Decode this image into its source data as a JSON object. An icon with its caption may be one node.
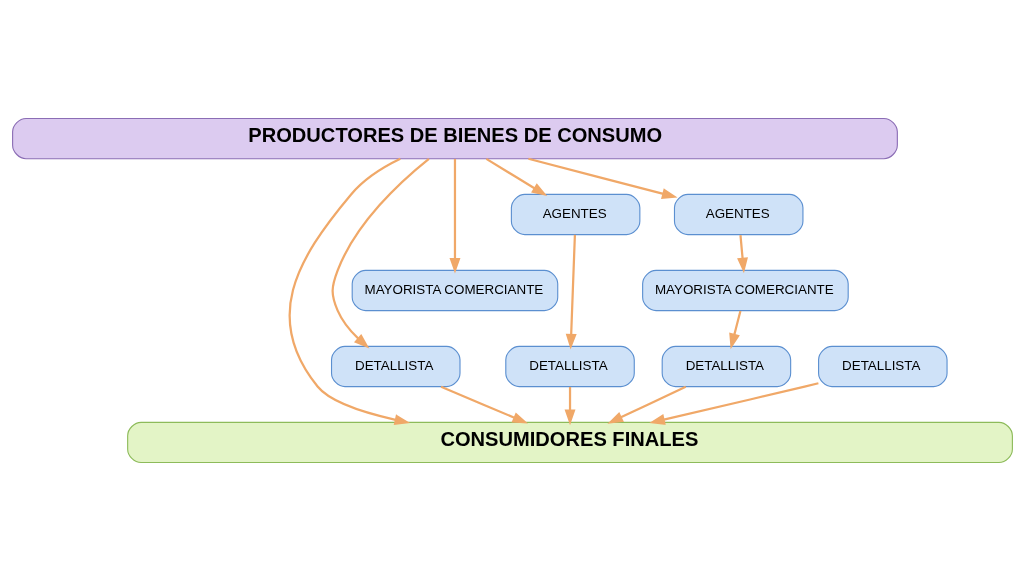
{
  "diagram": {
    "nodes": [
      {
        "text": [
          "PRODUCTORES DE BIENES DE CONSUMO"
        ]
      },
      {
        "text": [
          "AGENTES"
        ]
      },
      {
        "text": [
          "AGENTES"
        ]
      },
      {
        "text": [
          "MAYORISTA COMERCIANTE"
        ]
      },
      {
        "text": [
          "MAYORISTA COMERCIANTE"
        ]
      },
      {
        "text": [
          "DETALLISTA"
        ]
      },
      {
        "text": [
          "DETALLISTA"
        ]
      },
      {
        "text": [
          "DETALLISTA"
        ]
      },
      {
        "text": [
          "DETALLISTA"
        ]
      },
      {
        "text": [
          "CONSUMIDORES FINALES"
        ]
      }
    ],
    "edges": [
      {
        "from": 0,
        "to": 9,
        "arrow": "to"
      },
      {
        "from": 0,
        "to": 5,
        "arrow": "to"
      },
      {
        "from": 0,
        "to": 3,
        "arrow": "to"
      },
      {
        "from": 0,
        "to": 1,
        "arrow": "to"
      },
      {
        "from": 0,
        "to": 2,
        "arrow": "to"
      },
      {
        "from": 1,
        "to": 7,
        "arrow": "to"
      },
      {
        "from": 2,
        "to": 4,
        "arrow": "to"
      },
      {
        "from": 4,
        "to": 8,
        "arrow": "to"
      },
      {
        "from": 5,
        "to": 9,
        "arrow": "to"
      },
      {
        "from": 6,
        "to": 9,
        "arrow": "to"
      },
      {
        "from": 7,
        "to": 9,
        "arrow": "to"
      },
      {
        "from": 8,
        "to": 9,
        "arrow": "to"
      }
    ]
  }
}
